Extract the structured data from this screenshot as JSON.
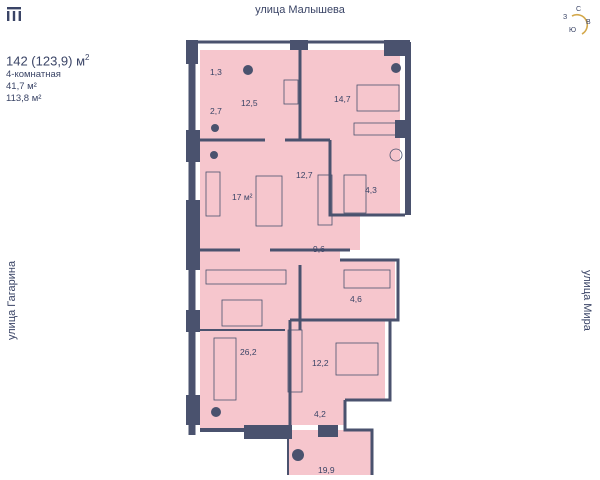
{
  "logo": "m-logo",
  "streets": {
    "top": "улица Малышева",
    "left": "улица Гагарина",
    "right": "улица Мира"
  },
  "apartment": {
    "total_area": "142 (123,9) м",
    "total_unit_sup": "2",
    "rooms_label": "4-комнатная",
    "living_area": "41,7 м²",
    "other_area": "113,8 м²"
  },
  "compass": {
    "north": "С",
    "west": "З",
    "east": "В",
    "south": "Ю"
  },
  "rooms": [
    {
      "label": "1,3"
    },
    {
      "label": "12,5"
    },
    {
      "label": "14,7"
    },
    {
      "label": "2,7"
    },
    {
      "label": "12,7"
    },
    {
      "label": "4,3"
    },
    {
      "label": "17 м²"
    },
    {
      "label": "9,6"
    },
    {
      "label": "4,6"
    },
    {
      "label": "26,2"
    },
    {
      "label": "12,2"
    },
    {
      "label": "4,2"
    },
    {
      "label": "19,9"
    }
  ],
  "colors": {
    "room_fill": "#f6c6cd",
    "wall": "#4a526e",
    "text": "#3a4466",
    "accent": "#d4a84a"
  }
}
